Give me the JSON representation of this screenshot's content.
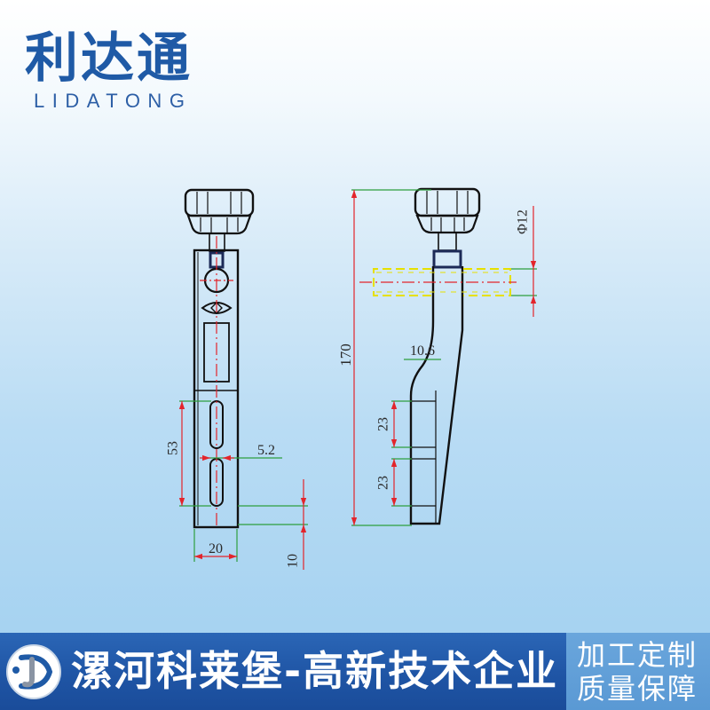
{
  "brand": {
    "name_cn": "利达通",
    "name_en": "LIDATONG"
  },
  "drawing": {
    "front_view": {
      "slot_span": "53",
      "slot_width": "5.2",
      "body_width": "20",
      "bottom_margin": "10"
    },
    "side_view": {
      "overall_height": "170",
      "offset": "10.6",
      "slot_pitch_upper": "23",
      "slot_pitch_lower": "23",
      "rod_diameter": "Φ12"
    }
  },
  "banner": {
    "headline": "漯河科莱堡-高新技术企业",
    "tagline_1": "加工定制",
    "tagline_2": "质量保障"
  },
  "icons": {
    "banner_logo": "company-logo-icon"
  },
  "colors": {
    "brand_blue": "#1f5aa6",
    "banner_blue": "#1f55a5",
    "banner_side_blue": "#5a99d4",
    "dimension_red": "#e3242b",
    "extension_green": "#2e9e3e",
    "phantom_yellow": "#e6e000",
    "outline_black": "#111111"
  }
}
